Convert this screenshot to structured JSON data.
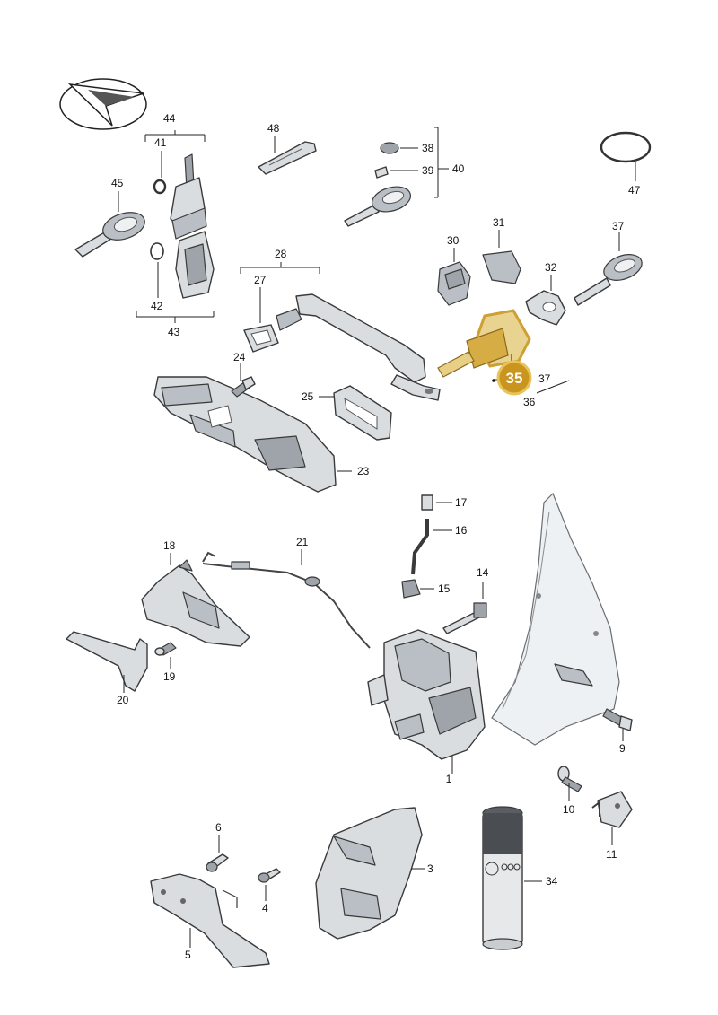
{
  "callouts": [
    {
      "id": "p1",
      "label": "1"
    },
    {
      "id": "p3",
      "label": "3"
    },
    {
      "id": "p4",
      "label": "4"
    },
    {
      "id": "p5",
      "label": "5"
    },
    {
      "id": "p6",
      "label": "6"
    },
    {
      "id": "p9",
      "label": "9"
    },
    {
      "id": "p10",
      "label": "10"
    },
    {
      "id": "p11",
      "label": "11"
    },
    {
      "id": "p14",
      "label": "14"
    },
    {
      "id": "p15",
      "label": "15"
    },
    {
      "id": "p16",
      "label": "16"
    },
    {
      "id": "p17",
      "label": "17"
    },
    {
      "id": "p18",
      "label": "18"
    },
    {
      "id": "p19",
      "label": "19"
    },
    {
      "id": "p20",
      "label": "20"
    },
    {
      "id": "p21",
      "label": "21"
    },
    {
      "id": "p23",
      "label": "23"
    },
    {
      "id": "p24",
      "label": "24"
    },
    {
      "id": "p25",
      "label": "25"
    },
    {
      "id": "p27",
      "label": "27"
    },
    {
      "id": "p28",
      "label": "28"
    },
    {
      "id": "p30",
      "label": "30"
    },
    {
      "id": "p31",
      "label": "31"
    },
    {
      "id": "p32",
      "label": "32"
    },
    {
      "id": "p34",
      "label": "34"
    },
    {
      "id": "p35",
      "label": "35"
    },
    {
      "id": "p36",
      "label": "36"
    },
    {
      "id": "p37a",
      "label": "37"
    },
    {
      "id": "p37b",
      "label": "37"
    },
    {
      "id": "p38",
      "label": "38"
    },
    {
      "id": "p39",
      "label": "39"
    },
    {
      "id": "p40",
      "label": "40"
    },
    {
      "id": "p41",
      "label": "41"
    },
    {
      "id": "p42",
      "label": "42"
    },
    {
      "id": "p43",
      "label": "43"
    },
    {
      "id": "p44",
      "label": "44"
    },
    {
      "id": "p45",
      "label": "45"
    },
    {
      "id": "p47",
      "label": "47"
    },
    {
      "id": "p48",
      "label": "48"
    }
  ],
  "highlight": {
    "label": "35",
    "color": "#c9951e",
    "glow": "#e8c35a"
  },
  "colors": {
    "part": "#d9dde0",
    "line": "#222222",
    "text": "#111111"
  }
}
